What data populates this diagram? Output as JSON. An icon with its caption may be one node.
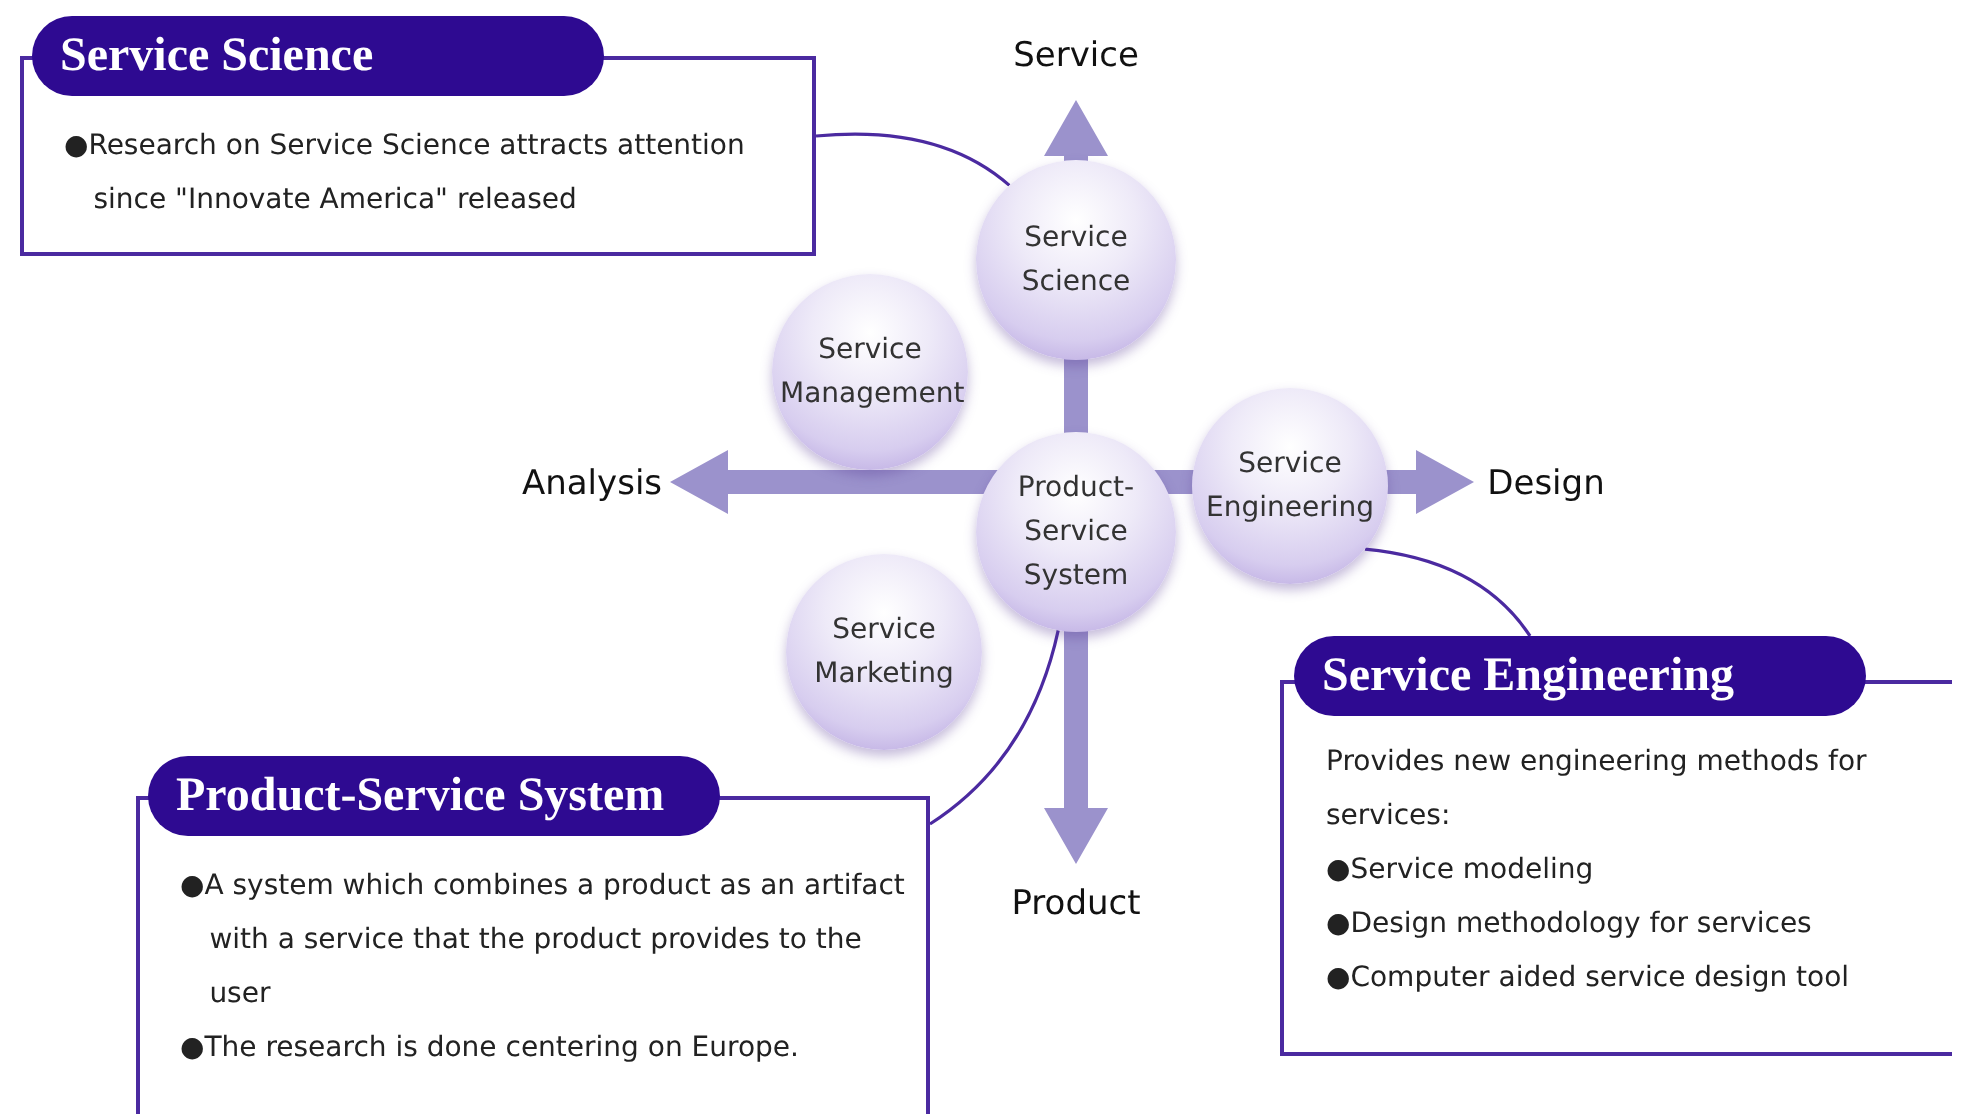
{
  "diagram": {
    "nodes": [
      {
        "text": [
          "Service Science",
          "●Research on Service Science attracts attention since \"Innovate America\" released"
        ]
      },
      {
        "text": [
          "Service Science"
        ]
      },
      {
        "text": [
          "Service Management"
        ]
      },
      {
        "text": [
          "Product-Service System"
        ]
      },
      {
        "text": [
          "Service Engineering"
        ]
      },
      {
        "text": [
          "Service Marketing"
        ]
      },
      {
        "text": [
          "Service Engineering",
          "Provides new engineering methods for services:",
          "●Service modeling",
          "●Design methodology for services",
          "●Computer aided service design tool"
        ]
      },
      {
        "text": [
          "Product-Service System",
          "●A system which combines a product as an artifact with a service that the product provides to the user",
          "●The research is done centering on Europe."
        ]
      }
    ],
    "edges": [
      {
        "from": 0,
        "to": 1,
        "arrow": "none"
      },
      {
        "from": 6,
        "to": 4,
        "arrow": "none"
      },
      {
        "from": 7,
        "to": 3,
        "arrow": "none"
      }
    ],
    "labels": [
      "Service",
      "Analysis",
      "Design",
      "Product"
    ]
  }
}
